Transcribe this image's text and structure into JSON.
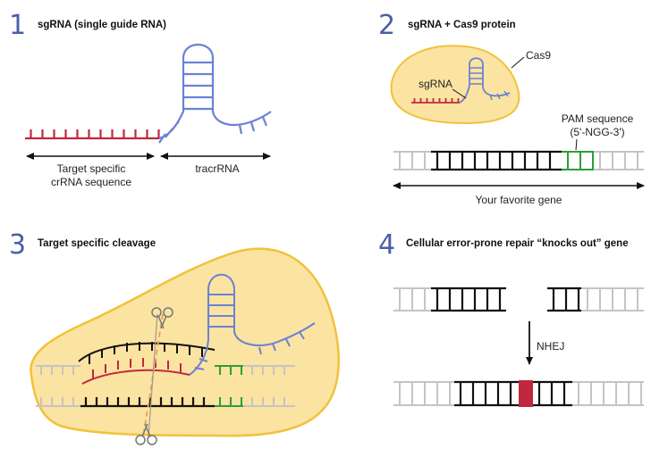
{
  "panels": [
    {
      "number": "1",
      "title": "sgRNA (single guide RNA)"
    },
    {
      "number": "2",
      "title": "sgRNA + Cas9 protein"
    },
    {
      "number": "3",
      "title": "Target specific cleavage"
    },
    {
      "number": "4",
      "title": "Cellular error-prone repair “knocks out” gene"
    }
  ],
  "labels": {
    "target_line1": "Target specific",
    "target_line2": "crRNA sequence",
    "tracrrna": "tracrRNA",
    "cas9": "Cas9",
    "sgrna": "sgRNA",
    "pam_line1": "PAM sequence",
    "pam_line2": "(5'-NGG-3')",
    "gene": "Your favorite gene",
    "nhej": "NHEJ"
  },
  "colors": {
    "rna_blue": "#6b82d4",
    "crrna_red": "#c0283e",
    "dna_black": "#111111",
    "dna_gray": "#c4c4c4",
    "pam_green": "#2e9c3e",
    "cas9_fill": "#fbe3a2",
    "cas9_stroke": "#f1c23b",
    "panel_number": "#4a5fa8"
  }
}
